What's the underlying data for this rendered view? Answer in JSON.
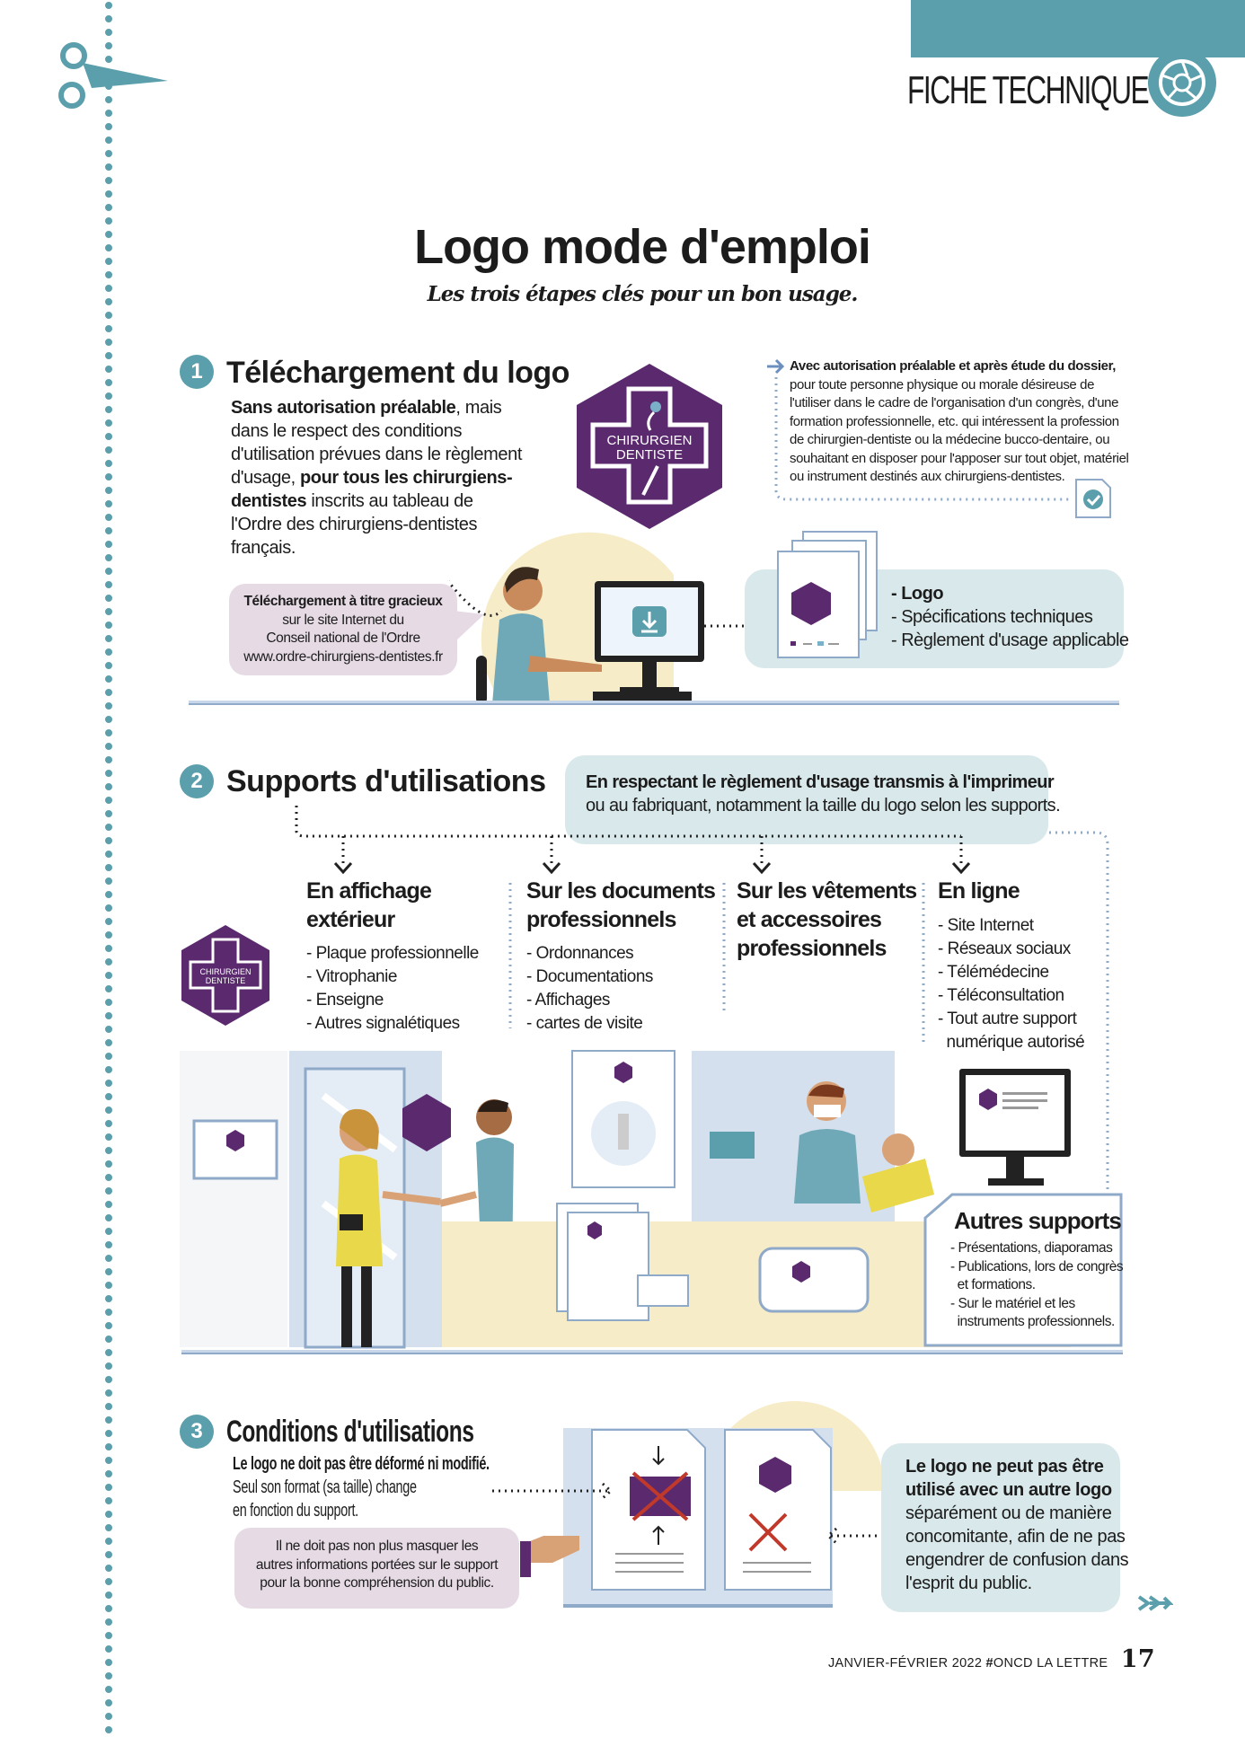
{
  "header": {
    "label": "FICHE TECHNIQUE",
    "icon": "aperture-icon",
    "accent": "#5a9fab"
  },
  "title": "Logo mode d'emploi",
  "subtitle": "Les trois étapes clés pour un bon usage.",
  "logo": {
    "line1": "CHIRURGIEN",
    "line2": "DENTISTE",
    "color": "#5b2a6e"
  },
  "section1": {
    "number": "1",
    "heading": "Téléchargement du logo",
    "p_bold1": "Sans autorisation préalable",
    "p_text1": ", mais dans le respect des conditions d'utilisation prévues dans le règlement d'usage, ",
    "p_bold2": "pour tous les chirurgiens-dentistes",
    "p_text2": " inscrits au tableau de l'Ordre des chirurgiens-dentistes français.",
    "auth_bold": "Avec autorisation préalable et après étude du dossier,",
    "auth_text": "pour toute personne physique ou morale désireuse de l'utiliser dans le cadre de l'organisation d'un congrès, d'une formation professionnelle, etc. qui intéressent la profession de chirurgien-dentiste ou la médecine bucco-dentaire, ou souhaitant en disposer pour l'apposer sur tout objet, matériel ou instrument destinés aux chirurgiens-dentistes.",
    "download_bold": "Téléchargement à titre gracieux",
    "download_lines": [
      "sur le site Internet du",
      "Conseil national de l'Ordre",
      "www.ordre-chirurgiens-dentistes.fr"
    ],
    "kit": [
      "- Logo",
      "- Spécifications techniques",
      "- Règlement d'usage applicable"
    ]
  },
  "section2": {
    "number": "2",
    "heading": "Supports d'utilisations",
    "note_bold": "En respectant le règlement d'usage transmis à l'imprimeur",
    "note_text": "ou au fabriquant, notamment la taille du logo selon les supports.",
    "columns": [
      {
        "heading": [
          "En affichage",
          "extérieur"
        ],
        "items": [
          "- Plaque professionnelle",
          "- Vitrophanie",
          "- Enseigne",
          "- Autres signalétiques"
        ]
      },
      {
        "heading": [
          "Sur les documents",
          "professionnels"
        ],
        "items": [
          "- Ordonnances",
          "- Documentations",
          "- Affichages",
          "- cartes de visite"
        ]
      },
      {
        "heading": [
          "Sur les vêtements",
          "et accessoires",
          "professionnels"
        ],
        "items": []
      },
      {
        "heading": [
          "En ligne"
        ],
        "items": [
          "- Site Internet",
          "- Réseaux sociaux",
          "- Télémédecine",
          "- Téléconsultation",
          "- Tout autre support",
          "  numérique autorisé"
        ]
      }
    ],
    "other_heading": "Autres supports",
    "other_items": [
      "- Présentations, diaporamas",
      "- Publications, lors de congrès",
      "  et formations.",
      "- Sur le matériel et les",
      "  instruments professionnels."
    ]
  },
  "section3": {
    "number": "3",
    "heading": "Conditions d'utilisations",
    "bold": "Le logo ne doit pas être déformé ni modifié.",
    "lines": [
      "Seul son format (sa taille) change",
      "en fonction du support."
    ],
    "mask_lines": [
      "Il ne doit pas non plus masquer les",
      "autres informations portées sur le support",
      "pour la bonne compréhension du public."
    ],
    "other_bold": [
      "Le logo ne peut pas être",
      "utilisé avec un autre logo"
    ],
    "other_lines": [
      "séparément ou de manière",
      "concomitante, afin de ne pas",
      "engendrer de confusion dans",
      "l'esprit du public."
    ]
  },
  "footer": {
    "issue": "JANVIER-FÉVRIER 2022",
    "hash": "#",
    "publication": "ONCD LA LETTRE",
    "page": "17"
  }
}
